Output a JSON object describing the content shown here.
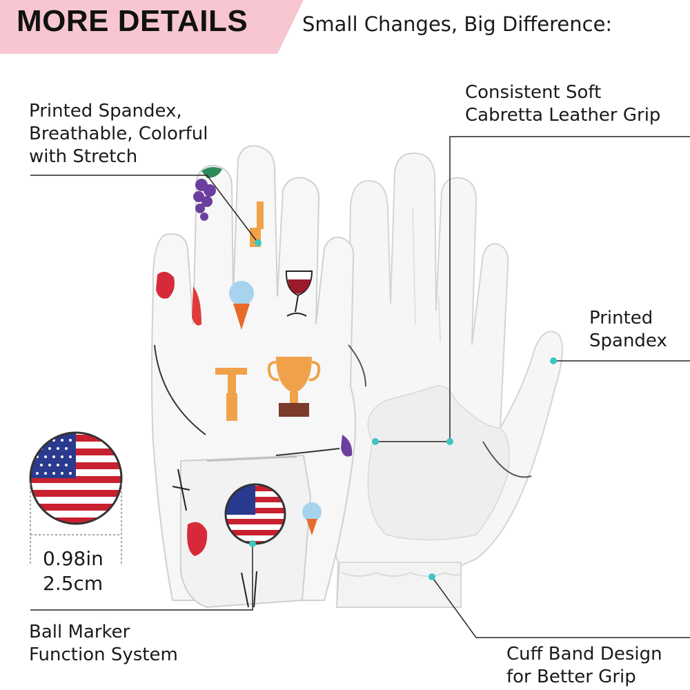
{
  "header": {
    "title": "MORE DETAILS",
    "subtitle": "Small Changes, Big Difference:",
    "banner_color": "#f7c6d0"
  },
  "callouts": {
    "printed_spandex_top": [
      "Printed Spandex,",
      "Breathable, Colorful",
      "with Stretch"
    ],
    "leather_grip": [
      "Consistent Soft",
      "Cabretta Leather Grip"
    ],
    "printed_spandex_right": [
      "Printed",
      "Spandex"
    ],
    "ball_marker": [
      "Ball Marker",
      "Function System"
    ],
    "cuff_band": [
      "Cuff Band Design",
      "for Better Grip"
    ]
  },
  "marker_size": {
    "inches": "0.98in",
    "cm": "2.5cm"
  },
  "colors": {
    "dot": "#3cc6c3",
    "line": "#222222",
    "glove": "#f6f6f6",
    "flag_red": "#c8202f",
    "flag_blue": "#2a3a8f"
  }
}
